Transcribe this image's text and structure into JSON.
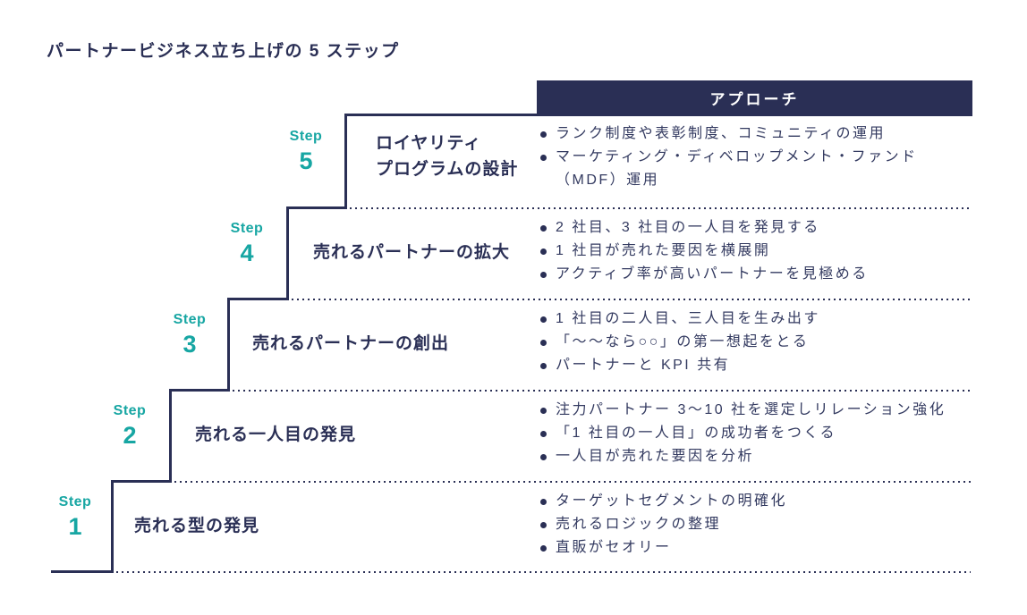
{
  "page_title": "パートナービジネス立ち上げの 5 ステップ",
  "approach_header": "アプローチ",
  "colors": {
    "navy": "#2a2f55",
    "teal": "#17a6a3",
    "background": "#ffffff",
    "header_text": "#ffffff"
  },
  "steps": [
    {
      "label": "Step",
      "number": "5",
      "title_lines": [
        "ロイヤリティ",
        "プログラムの設計"
      ],
      "bullets": [
        "ランク制度や表彰制度、コミュニティの運用",
        "マーケティング・ディベロップメント・ファンド（MDF）運用"
      ]
    },
    {
      "label": "Step",
      "number": "4",
      "title_lines": [
        "売れるパートナーの拡大"
      ],
      "bullets": [
        "2 社目、3 社目の一人目を発見する",
        "1 社目が売れた要因を横展開",
        "アクティブ率が高いパートナーを見極める"
      ]
    },
    {
      "label": "Step",
      "number": "3",
      "title_lines": [
        "売れるパートナーの創出"
      ],
      "bullets": [
        "1 社目の二人目、三人目を生み出す",
        "「～～なら○○」の第一想起をとる",
        "パートナーと KPI 共有"
      ]
    },
    {
      "label": "Step",
      "number": "2",
      "title_lines": [
        "売れる一人目の発見"
      ],
      "bullets": [
        "注力パートナー 3～10 社を選定しリレーション強化",
        "「1 社目の一人目」の成功者をつくる",
        "一人目が売れた要因を分析"
      ]
    },
    {
      "label": "Step",
      "number": "1",
      "title_lines": [
        "売れる型の発見"
      ],
      "bullets": [
        "ターゲットセグメントの明確化",
        "売れるロジックの整理",
        "直販がセオリー"
      ]
    }
  ]
}
